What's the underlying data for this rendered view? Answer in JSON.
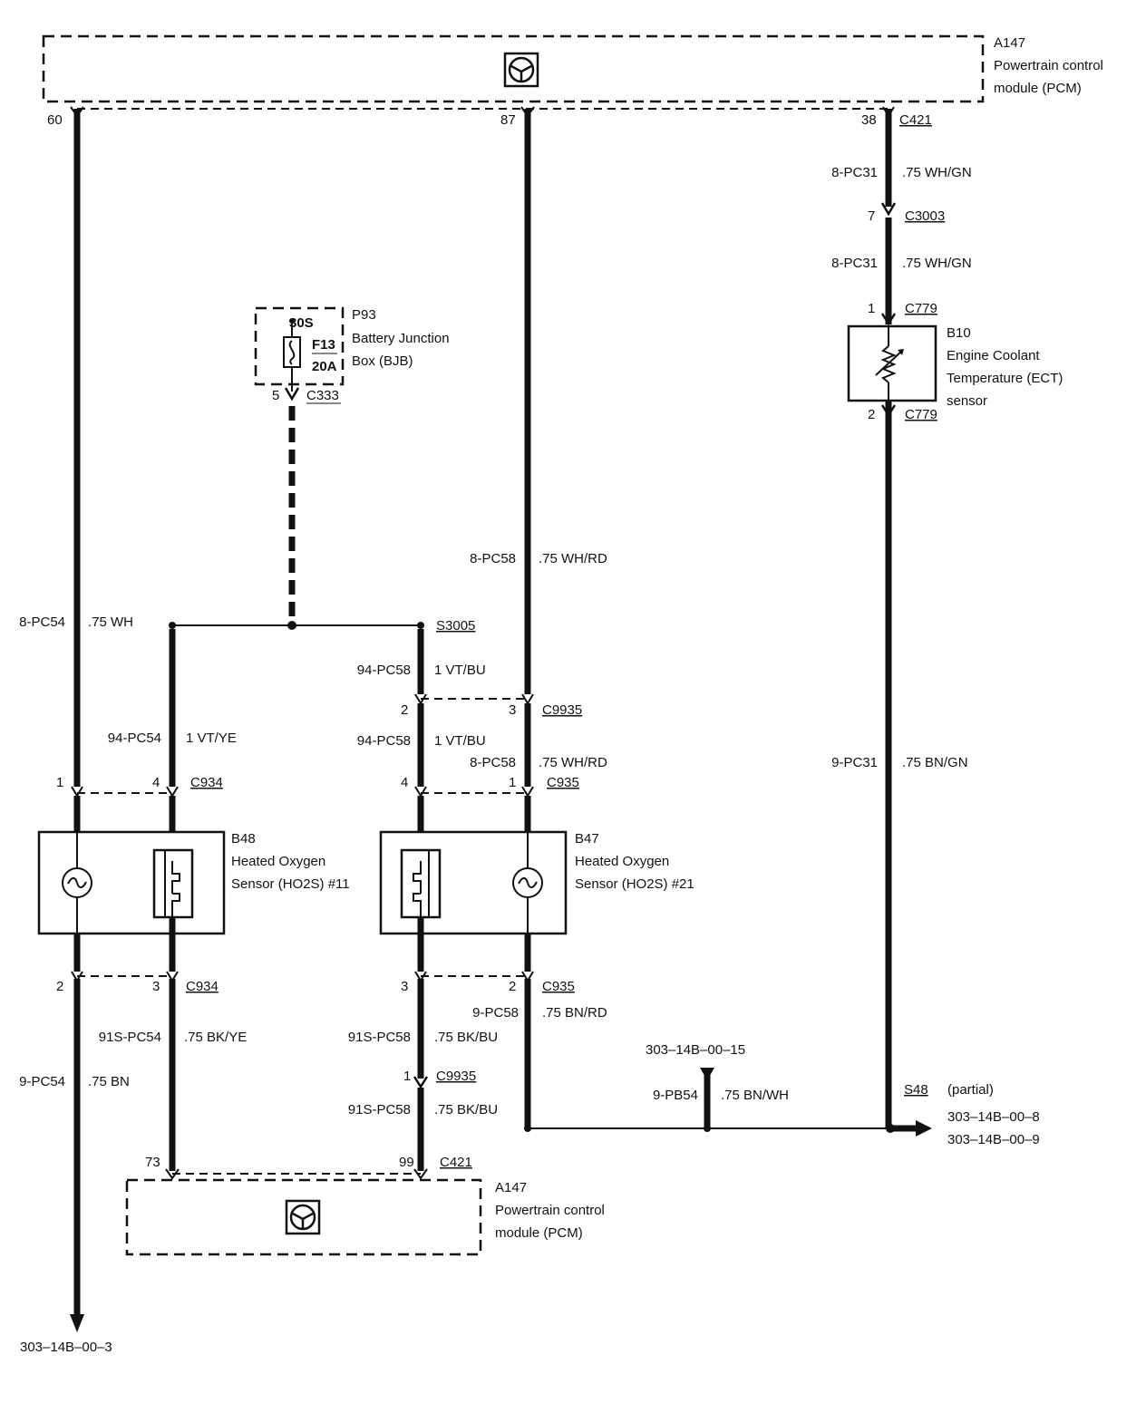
{
  "pcm_top": {
    "id": "A147",
    "name1": "Powertrain control",
    "name2": "module (PCM)"
  },
  "pcm_bottom": {
    "id": "A147",
    "name1": "Powertrain control",
    "name2": "module (PCM)"
  },
  "bjb": {
    "id": "P93",
    "name1": "Battery Junction",
    "name2": "Box (BJB)",
    "circuit": "30S",
    "fuse": "F13",
    "rating": "20A",
    "pin": "5",
    "connector": "C333"
  },
  "ect": {
    "id": "B10",
    "name1": "Engine Coolant",
    "name2": "Temperature (ECT)",
    "name3": "sensor"
  },
  "ho2s11": {
    "id": "B48",
    "name1": "Heated Oxygen",
    "name2": "Sensor (HO2S) #11"
  },
  "ho2s21": {
    "id": "B47",
    "name1": "Heated Oxygen",
    "name2": "Sensor (HO2S) #21"
  },
  "pins": {
    "p60": "60",
    "p87": "87",
    "p38": "38",
    "p7": "7",
    "p779_1": "1",
    "p779_2": "2",
    "b48_1": "1",
    "b48_4": "4",
    "b48_2": "2",
    "b48_3": "3",
    "b47_2top": "2",
    "b47_3top": "3",
    "b47_4": "4",
    "b47_1": "1",
    "b47_3bot": "3",
    "b47_2bot": "2",
    "c9935_1": "1",
    "p73": "73",
    "p99": "99"
  },
  "connectors": {
    "c421_top": "C421",
    "c3003": "C3003",
    "c779_top": "C779",
    "c779_bot": "C779",
    "c934_top": "C934",
    "c934_bot": "C934",
    "c9935_top": "C9935",
    "c935_top": "C935",
    "c935_bot": "C935",
    "c9935_bot": "C9935",
    "c421_bot": "C421"
  },
  "splices": {
    "s3005": "S3005",
    "s48": "S48",
    "s48_note": "(partial)"
  },
  "wires": {
    "pc31_a": "8-PC31",
    "pc31_a_spec": ".75 WH/GN",
    "pc31_b": "8-PC31",
    "pc31_b_spec": ".75 WH/GN",
    "pc31_c": "9-PC31",
    "pc31_c_spec": ".75 BN/GN",
    "pc58_a": "8-PC58",
    "pc58_a_spec": ".75 WH/RD",
    "pc58_b": "8-PC58",
    "pc58_b_spec": ".75 WH/RD",
    "pc58_c": "9-PC58",
    "pc58_c_spec": ".75 BN/RD",
    "pc54_a": "8-PC54",
    "pc54_a_spec": ".75 WH",
    "pc54_b": "94-PC54",
    "pc54_b_spec": "1 VT/YE",
    "pc54_c": "91S-PC54",
    "pc54_c_spec": ".75 BK/YE",
    "pc54_d": "9-PC54",
    "pc54_d_spec": ".75 BN",
    "pc58_d": "94-PC58",
    "pc58_d_spec": "1 VT/BU",
    "pc58_e": "94-PC58",
    "pc58_e_spec": "1 VT/BU",
    "pc58_f": "91S-PC58",
    "pc58_f_spec": ".75 BK/BU",
    "pc58_g": "91S-PC58",
    "pc58_g_spec": ".75 BK/BU",
    "pb54": "9-PB54",
    "pb54_spec": ".75 BN/WH"
  },
  "refs": {
    "ref_ground": "303–14B–00–3",
    "ref_pb54": "303–14B–00–15",
    "ref_s48_a": "303–14B–00–8",
    "ref_s48_b": "303–14B–00–9"
  }
}
